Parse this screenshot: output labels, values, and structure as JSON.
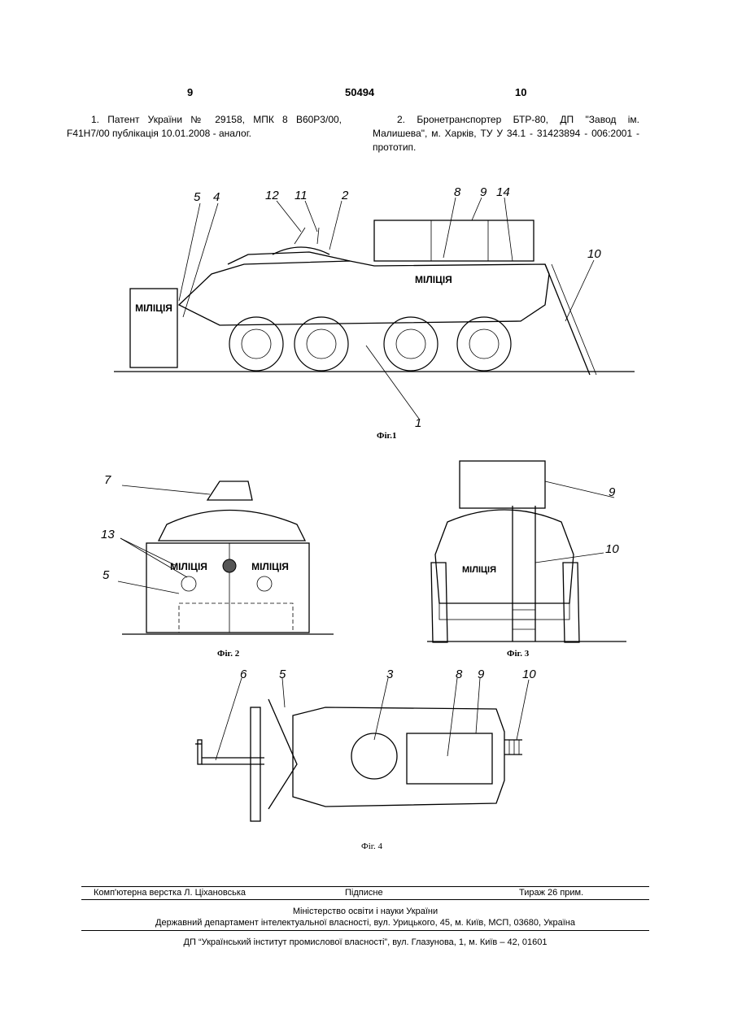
{
  "header": {
    "page_left": "9",
    "patent_number": "50494",
    "page_right": "10"
  },
  "references": {
    "left": "1. Патент України № 29158, МПК 8 В60Р3/00, F41H7/00 публікація 10.01.2008 - аналог.",
    "right": "2. Бронетранспортер БТР-80, ДП \"Завод ім. Малишева\", м. Харків, ТУ У 34.1 - 31423894 - 006:2001 - прототип."
  },
  "figures": {
    "fig1": {
      "caption": "Фіг.1",
      "shield_text": "МІЛІЦІЯ",
      "side_text": "МІЛІЦІЯ",
      "labels": [
        "1",
        "2",
        "4",
        "5",
        "8",
        "9",
        "10",
        "11",
        "12",
        "14"
      ]
    },
    "fig2": {
      "caption": "Фіг. 2",
      "shield_text_left": "МІЛІЦІЯ",
      "shield_text_right": "МІЛІЦІЯ",
      "labels": [
        "7",
        "13",
        "5"
      ]
    },
    "fig3": {
      "caption": "Фіг. 3",
      "body_text": "МІЛІЦІЯ",
      "labels": [
        "9",
        "10"
      ]
    },
    "fig4": {
      "caption": "Фіг. 4",
      "labels": [
        "6",
        "5",
        "3",
        "8",
        "9",
        "10"
      ]
    }
  },
  "footer": {
    "typesetter": "Комп'ютерна верстка Л. Ціхановська",
    "signed": "Підписне",
    "circulation": "Тираж 26 прим.",
    "ministry": "Міністерство освіти і науки України",
    "department": "Державний департамент інтелектуальної власності, вул. Урицького, 45, м. Київ, МСП, 03680, Україна",
    "institute": "ДП “Український інститут промислової власності”, вул. Глазунова, 1, м. Київ – 42, 01601"
  }
}
